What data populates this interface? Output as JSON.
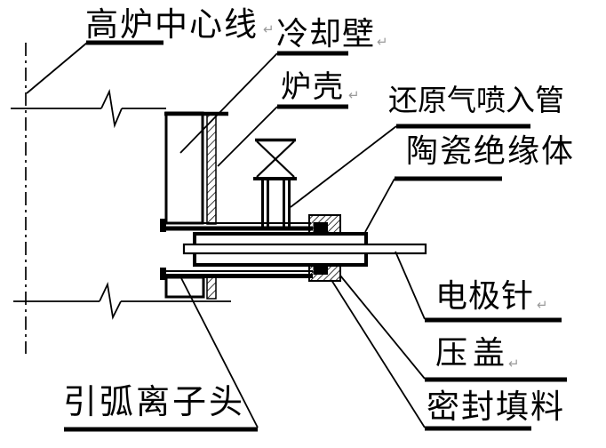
{
  "figure": {
    "background": "#ffffff",
    "line_color": "#000000",
    "mark_color": "#9a9a9a",
    "return_mark": "↵",
    "labels": [
      {
        "id": "furnace-centerline",
        "text": "高炉中心线"
      },
      {
        "id": "cooling-stave",
        "text": "冷却壁"
      },
      {
        "id": "furnace-shell",
        "text": "炉壳"
      },
      {
        "id": "reducing-gas-injection-pipe",
        "text": "还原气喷入管"
      },
      {
        "id": "ceramic-insulator",
        "text": "陶瓷绝缘体"
      },
      {
        "id": "electrode-needle",
        "text": "电极针"
      },
      {
        "id": "gland-cover",
        "text": "压盖"
      },
      {
        "id": "sealing-packing",
        "text": "密封填料"
      },
      {
        "id": "arc-striking-ion-head",
        "text": "引弧离子头"
      }
    ]
  }
}
